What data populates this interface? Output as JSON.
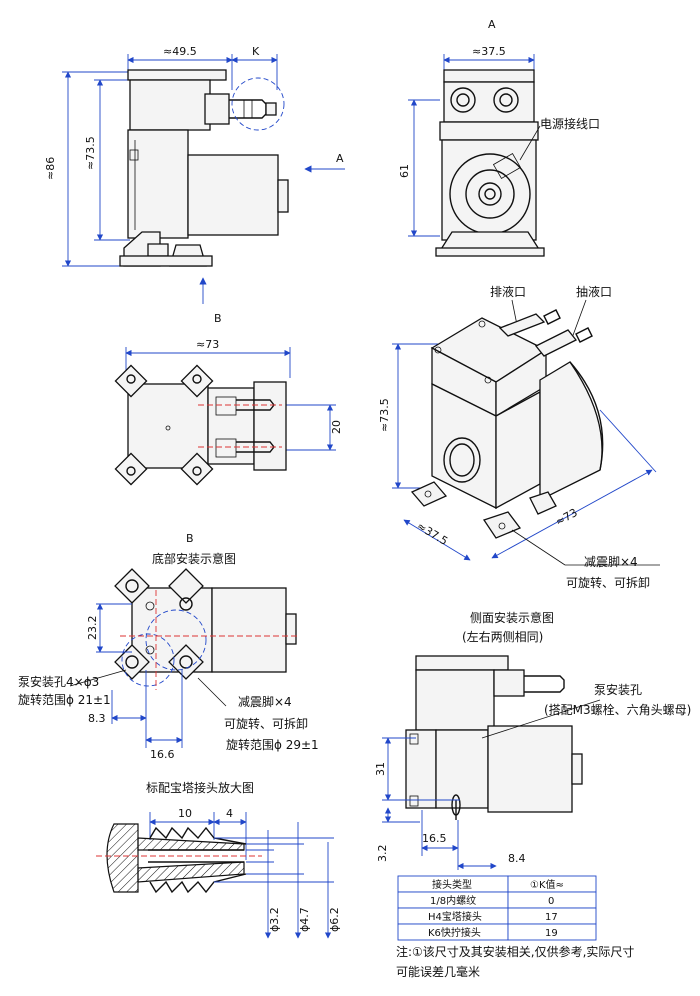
{
  "front_view": {
    "dim_width": "≈49.5",
    "dim_k": "K",
    "dim_height_total": "≈86",
    "dim_height_body": "≈73.5",
    "arrow_a": "A",
    "arrow_b": "B"
  },
  "side_view_a": {
    "title": "A",
    "dim_width": "≈37.5",
    "dim_height": "61",
    "power_port_label": "电源接线口"
  },
  "top_view": {
    "dim_width": "≈73",
    "dim_spacing": "20"
  },
  "iso_view": {
    "outlet_label": "排液口",
    "inlet_label": "抽液口",
    "dim_height": "≈73.5",
    "dim_depth": "≈37.5",
    "dim_length": "≈73",
    "foot_label": "减震脚×4",
    "foot_note": "可旋转、可拆卸"
  },
  "bottom_install": {
    "view_letter": "B",
    "title": "底部安装示意图",
    "dim_232": "23.2",
    "dim_83": "8.3",
    "dim_166": "16.6",
    "hole_label": "泵安装孔4×ϕ3",
    "hole_range": "旋转范围ϕ 21±1",
    "foot_label": "减震脚×4",
    "foot_note": "可旋转、可拆卸",
    "foot_range": "旋转范围ϕ 29±1"
  },
  "side_install": {
    "title": "侧面安装示意图",
    "subtitle": "(左右两侧相同)",
    "hole_label": "泵安装孔",
    "hole_note": "(搭配M3螺栓、六角头螺母)",
    "dim_31": "31",
    "dim_32": "3.2",
    "dim_165": "16.5",
    "dim_84": "8.4"
  },
  "barb_detail": {
    "title": "标配宝塔接头放大图",
    "dim_10": "10",
    "dim_4": "4",
    "dim_d32": "ϕ3.2",
    "dim_d47": "ϕ4.7",
    "dim_d62": "ϕ6.2"
  },
  "k_table": {
    "headers": [
      "接头类型",
      "①K值≈"
    ],
    "rows": [
      [
        "1/8内螺纹",
        "0"
      ],
      [
        "H4宝塔接头",
        "17"
      ],
      [
        "K6快拧接头",
        "19"
      ]
    ]
  },
  "note": {
    "line1": "注:①该尺寸及其安装相关,仅供参考,实际尺寸",
    "line2": "可能误差几毫米"
  }
}
